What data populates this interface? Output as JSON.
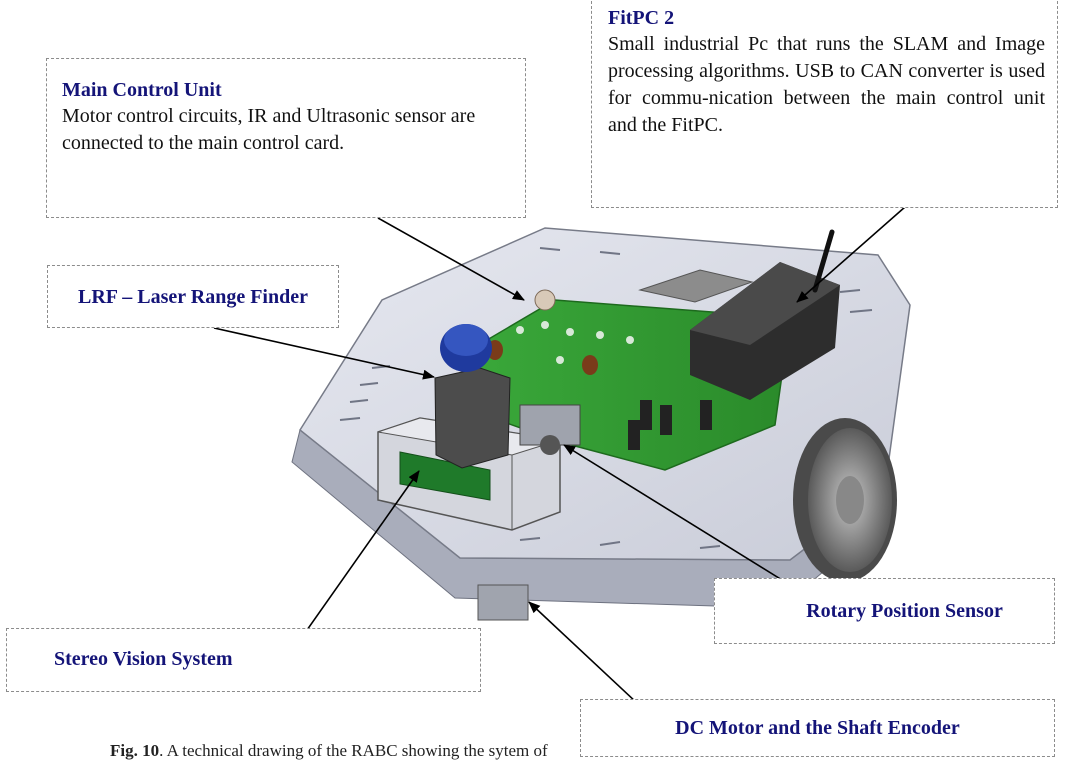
{
  "callouts": {
    "fitpc": {
      "title": "FitPC 2",
      "body": "Small industrial Pc that runs the SLAM and Image processing algorithms.  USB to CAN converter is used  for commu-nication between the main control unit and the FitPC."
    },
    "main_control": {
      "title": "Main Control Unit",
      "body": "Motor control circuits, IR and Ultrasonic sensor are connected to the main control card."
    },
    "lrf": {
      "title": "LRF – Laser Range Finder"
    },
    "rotary": {
      "title": "Rotary Position Sensor"
    },
    "stereo": {
      "title": "Stereo Vision System"
    },
    "dc_motor": {
      "title": "DC Motor and the Shaft Encoder"
    }
  },
  "caption": {
    "label": "Fig. 10",
    "text": ". A technical drawing of the RABC showing the sytem of"
  },
  "colors": {
    "title_text": "#141478",
    "plate": "#d9dce6",
    "pcb": "#2f9a2f",
    "fitpc_box": "#3a3a3a",
    "lrf_head": "#1f3a9e",
    "arrow": "#000000",
    "callout_border": "#8c8c8c"
  }
}
